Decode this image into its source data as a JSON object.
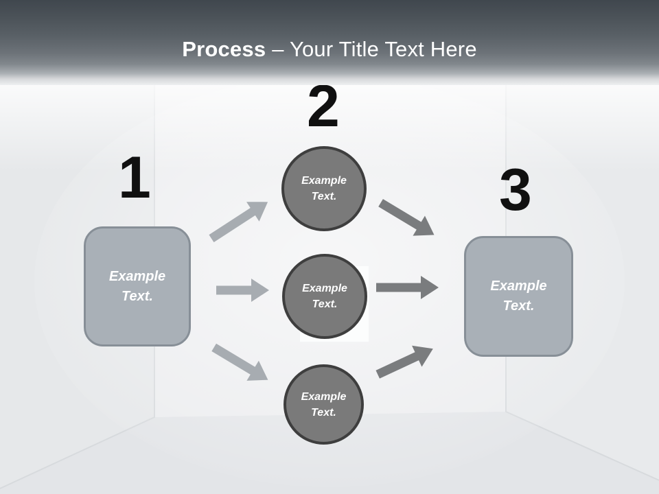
{
  "header": {
    "title_bold": "Process",
    "title_light": "– Your Title Text Here"
  },
  "diagram": {
    "step_numbers": [
      "1",
      "2",
      "3"
    ],
    "left_box_label": "Example Text.",
    "right_box_label": "Example Text.",
    "circle_labels": [
      "Example Text.",
      "Example Text.",
      "Example Text."
    ]
  },
  "colors": {
    "header_gradient_top": "#40474e",
    "header_gradient_bottom": "#eef0f1",
    "title_text": "#ffffff",
    "number_text": "#101010",
    "box_fill": "#a9b0b7",
    "box_border": "#878f97",
    "circle_fill": "#7a7a7a",
    "circle_border": "#3e3e3e",
    "arrow_light": "#a7acb1",
    "arrow_dark": "#7a7c7e",
    "room_background": "#e9ebed"
  }
}
